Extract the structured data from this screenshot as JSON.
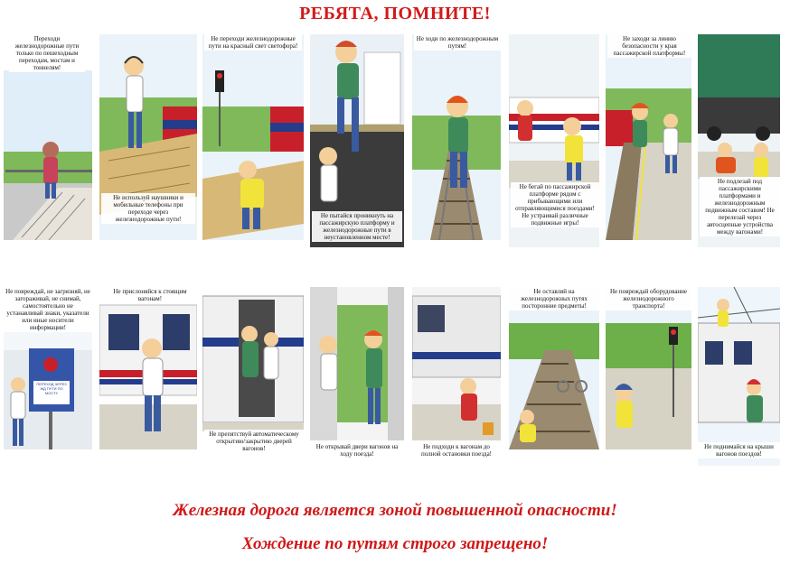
{
  "title": "РЕБЯТА, ПОМНИТЕ!",
  "panels_top": [
    {
      "caption": "Переходи железнодорожные пути только по пешеходным переходам, мостам и тоннелям!"
    },
    {
      "caption": "Не используй наушники и мобильные телефоны при переходе через железнодорожные пути!"
    },
    {
      "caption": "Не переходи железнодорожные пути на красный свет светофора!"
    },
    {
      "caption": "Не пытайся проникнуть на пассажирскую платформу и железнодорожные пути в неустановленном месте!"
    },
    {
      "caption": "Не ходи по железнодорожным путям!"
    },
    {
      "caption": "Не бегай по пассажирской платформе рядом с прибывающими или отправляющимися поездами! Не устраивай различные подвижные игры!"
    },
    {
      "caption": "Не заходи за линию безопасности у края пассажирской платформы!"
    },
    {
      "caption": "Не подлезай под пассажирскими платформами и железнодорожным подвижным составом! Не перелезай через автосцепные устройства между вагонами!"
    }
  ],
  "panels_bottom": [
    {
      "caption": "Не повреждай, не загрязняй, не загораживай, не снимай, самостоятельно не устанавливай знаки, указатели или иные носители информации!"
    },
    {
      "caption": "Не прислоняйся к стоящим вагонам!"
    },
    {
      "caption": "Не препятствуй автоматическому открытию/закрытию дверей вагонов!"
    },
    {
      "caption": "Не открывай двери вагонов на ходу поезда!"
    },
    {
      "caption": "Не подходи к вагонам до полной остановки поезда!"
    },
    {
      "caption": "Не оставляй на железнодорожных путях посторонние предметы!"
    },
    {
      "caption": "Не повреждай оборудование железнодорожного транспорта!"
    },
    {
      "caption": "Не поднимайся на крыши вагонов поездов!"
    }
  ],
  "sign_text": "ПЕРЕХОД ЧЕРЕЗ ЖД ПУТИ ПО МОСТУ",
  "footer": {
    "line1": "Железная дорога является зоной повышенной опасности!",
    "line2": "Хождение по путям строго запрещено!"
  },
  "colors": {
    "title_red": "#d31a1a",
    "sky": "#dfeef8",
    "grass": "#6db04a",
    "train_blue": "#233c8c",
    "train_red": "#c8202a"
  }
}
